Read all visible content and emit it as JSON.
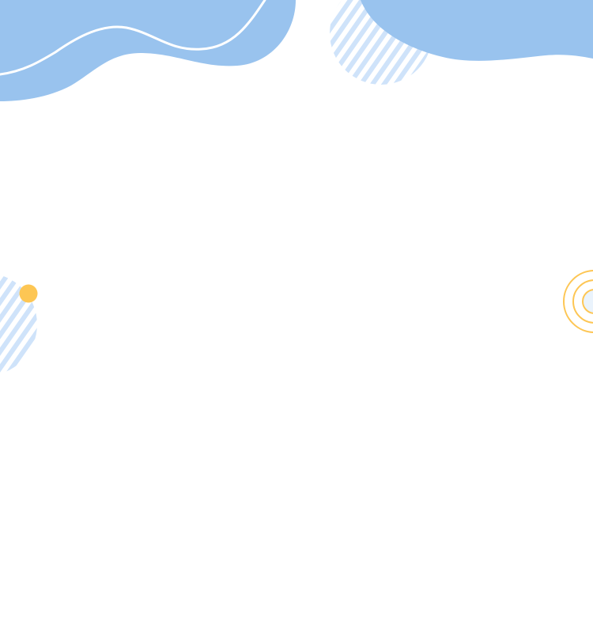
{
  "background": {
    "color": "#ffffff",
    "decorations": [
      {
        "name": "top-left-wave-blob",
        "color": "#99c3ee"
      },
      {
        "name": "wave-line",
        "color": "#ffffff"
      },
      {
        "name": "striped-circle-top",
        "color": "#cfe3fa"
      },
      {
        "name": "top-right-wave-blob",
        "color": "#99c3ee"
      },
      {
        "name": "striped-circle-left",
        "color": "#cfe3fa"
      },
      {
        "name": "yellow-dot",
        "color": "#fdc654"
      },
      {
        "name": "concentric-rings-right",
        "color": "#fdc654",
        "fill": "#eaf3fc"
      }
    ]
  }
}
